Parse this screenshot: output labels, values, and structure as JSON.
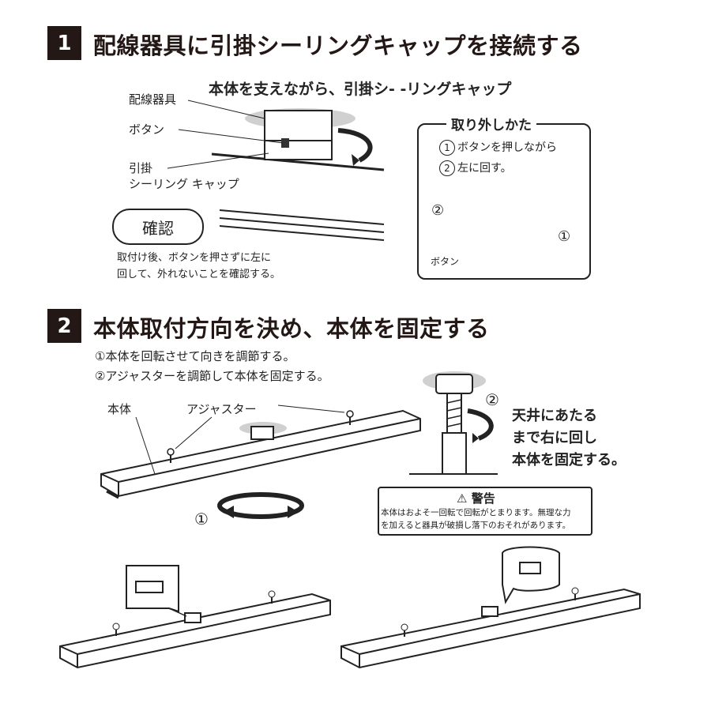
{
  "step1": {
    "number": "1",
    "title": "配線器具に引掛シーリングキャップを接続する",
    "caption": "本体を支えながら、引掛シ- -リングキャップ",
    "label_wiring": "配線器具",
    "label_button": "ボタン",
    "label_cap_line1": "引掛",
    "label_cap_line2": "シーリング キャップ",
    "confirm_badge": "確認",
    "confirm_line1": "取付け後、ボタンを押さずに左に",
    "confirm_line2": "回して、外れないことを確認する。",
    "removal": {
      "title": "取り外しかた",
      "step1": "ボタンを押しながら",
      "step2": "左に回す。",
      "mark1": "①",
      "mark2": "②",
      "button_label": "ボタン"
    }
  },
  "step2": {
    "number": "2",
    "title": "本体取付方向を決め、本体を固定する",
    "instr1": "①本体を回転させて向きを調節する。",
    "instr2": "②アジャスターを調節して本体を固定する。",
    "label_body": "本体",
    "label_adjuster": "アジャスター",
    "rotate_mark": "①",
    "adjust_mark": "②",
    "fix_line1": "天井にあたる",
    "fix_line2": "まで右に回し",
    "fix_line3": "本体を固定する。",
    "warning": {
      "title": "警告",
      "line1": "本体はおよそ一回転で回転がとまります。無理な力",
      "line2": "を加えると器具が破損し落下のおそれがあります。"
    }
  },
  "colors": {
    "dark": "#231815",
    "gray": "#cfcfcf",
    "light_gray": "#e6e6e6"
  }
}
